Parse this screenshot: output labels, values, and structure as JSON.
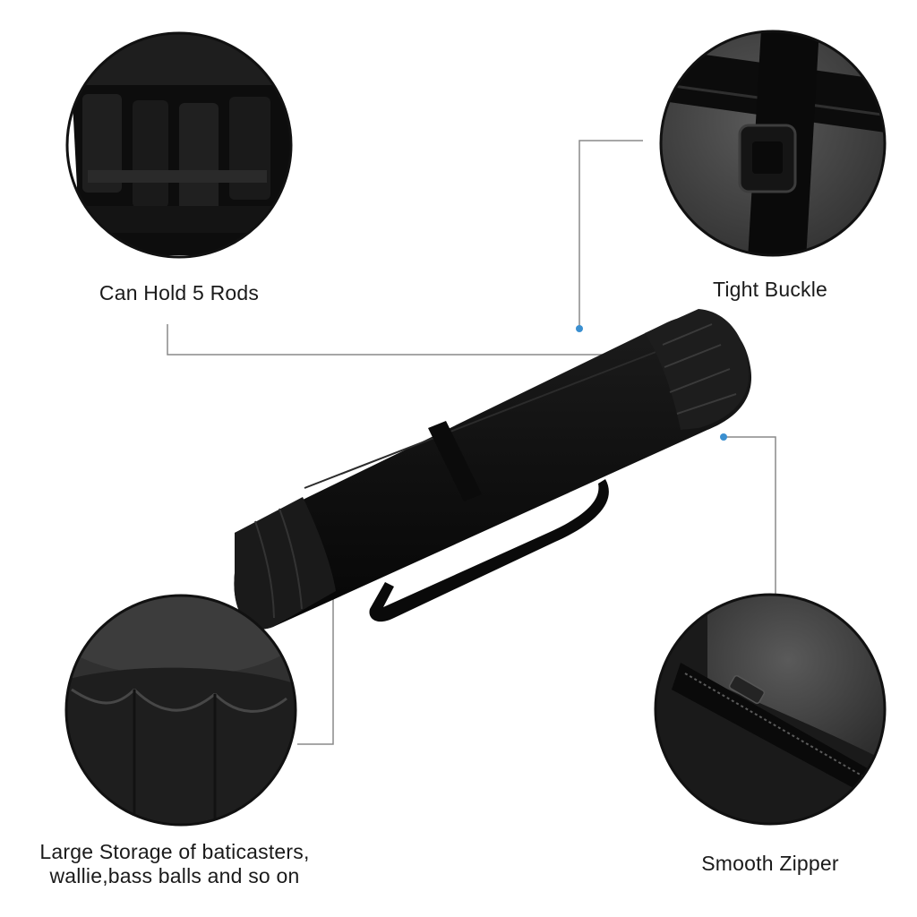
{
  "features": {
    "rods": {
      "caption": "Can Hold 5 Rods"
    },
    "buckle": {
      "caption": "Tight Buckle"
    },
    "storage": {
      "caption_line1": "Large Storage of baticasters,",
      "caption_line2": "wallie,bass balls and so on"
    },
    "zipper": {
      "caption": "Smooth Zipper"
    }
  },
  "colors": {
    "bag": "#141414",
    "bag_edge": "#050505",
    "pocket": "#262626",
    "callout_line": "#8a8a8a",
    "callout_dot": "#3a8fd0",
    "circle_border": "#111111"
  }
}
